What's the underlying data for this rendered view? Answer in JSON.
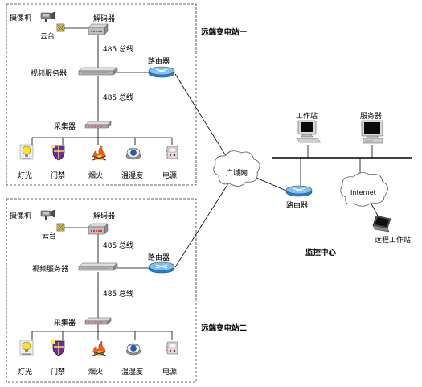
{
  "stations": [
    {
      "title": "远端变电站一",
      "camera": "摄像机",
      "pan_tilt": "云台",
      "decoder": "解码器",
      "bus_top": "485 总线",
      "video_server": "视频服务器",
      "router": "路由器",
      "bus_mid": "485 总线",
      "collector": "采集器",
      "devices": [
        "灯光",
        "门禁",
        "烟火",
        "温湿度",
        "电源"
      ]
    },
    {
      "title": "远端变电站二",
      "camera": "摄像机",
      "pan_tilt": "云台",
      "decoder": "解码器",
      "bus_top": "485 总线",
      "video_server": "视频服务器",
      "router": "路由器",
      "bus_mid": "485 总线",
      "collector": "采集器",
      "devices": [
        "灯光",
        "门禁",
        "烟火",
        "温湿度",
        "电源"
      ]
    }
  ],
  "wan": "广域网",
  "center": {
    "router": "路由器",
    "workstation": "工作站",
    "server": "服务器",
    "internet": "Internet",
    "remote_workstation": "远程工作站",
    "title": "监控中心"
  },
  "icons": [
    "camera-icon",
    "pan-tilt-icon",
    "decoder-icon",
    "video-server-icon",
    "router-icon",
    "collector-hub-icon",
    "lamp-icon",
    "access-shield-icon",
    "fire-icon",
    "hygrometer-icon",
    "power-supply-icon",
    "cloud-icon",
    "workstation-icon",
    "server-icon",
    "laptop-icon"
  ]
}
